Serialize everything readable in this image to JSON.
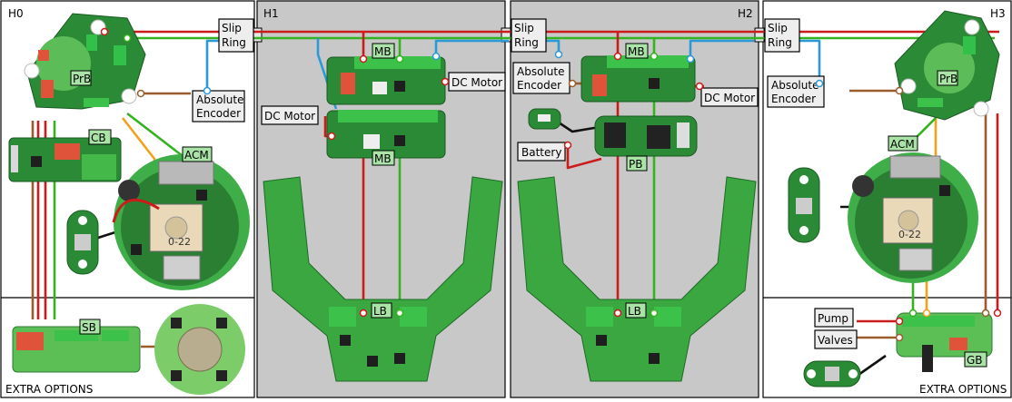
{
  "panels": {
    "h0": "H0",
    "h1": "H1",
    "h2": "H2",
    "h3": "H3",
    "extra_left": "EXTRA OPTIONS",
    "extra_right": "EXTRA OPTIONS"
  },
  "boards": {
    "prb_left": "PrB",
    "prb_right": "PrB",
    "cb": "CB",
    "acm_left": "ACM",
    "acm_right": "ACM",
    "sb": "SB",
    "mb_h1_top": "MB",
    "mb_h1_bottom": "MB",
    "mb_h2": "MB",
    "lb_h1": "LB",
    "lb_h2": "LB",
    "pb": "PB",
    "gb": "GB",
    "acm_sticker_left": "0-22",
    "acm_sticker_right": "0-22"
  },
  "callouts": {
    "slip_ring": [
      "Slip",
      "Ring"
    ],
    "absolute_encoder": [
      "Absolute",
      "Encoder"
    ],
    "dc_motor": "DC Motor",
    "battery": "Battery",
    "pump": "Pump",
    "valves": "Valves"
  },
  "colors": {
    "red": "#cc1b1b",
    "green": "#35b21f",
    "blue": "#2b9ad6",
    "brown": "#9a5c2c",
    "orange": "#f2a21a",
    "black": "#111111",
    "panel_gray": "#c8c8c8",
    "pcb_green": "#2f9a3c",
    "pcb_light": "#55c25a",
    "label_green": "#a9e3a6"
  }
}
